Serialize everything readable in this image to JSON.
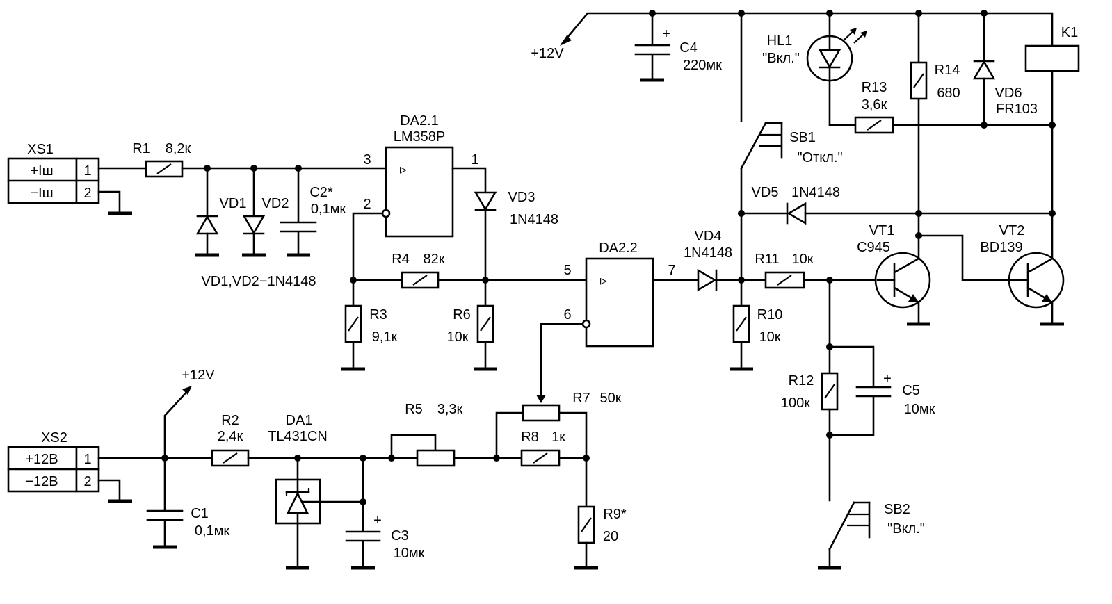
{
  "connectors": {
    "xs1": {
      "name": "XS1",
      "pin1_label": "+Iш",
      "pin2_label": "−Iш",
      "pin1_num": "1",
      "pin2_num": "2"
    },
    "xs2": {
      "name": "XS2",
      "pin1_label": "+12B",
      "pin2_label": "−12B",
      "pin1_num": "1",
      "pin2_num": "2"
    }
  },
  "supply": {
    "top_label": "+12V",
    "bottom_label": "+12V"
  },
  "opamps": {
    "da21": {
      "name": "DA2.1",
      "part": "LM358P",
      "pin_in_plus": "3",
      "pin_in_minus": "2",
      "pin_out": "1"
    },
    "da22": {
      "name": "DA2.2",
      "pin_in_plus": "5",
      "pin_in_minus": "6",
      "pin_out": "7"
    },
    "da1": {
      "name": "DA1",
      "part": "TL431CN"
    }
  },
  "resistors": {
    "r1": {
      "name": "R1",
      "value": "8,2к"
    },
    "r2": {
      "name": "R2",
      "value": "2,4к"
    },
    "r3": {
      "name": "R3",
      "value": "9,1к"
    },
    "r4": {
      "name": "R4",
      "value": "82к"
    },
    "r5": {
      "name": "R5",
      "value": "3,3к"
    },
    "r6": {
      "name": "R6",
      "value": "10к"
    },
    "r7": {
      "name": "R7",
      "value": "50к"
    },
    "r8": {
      "name": "R8",
      "value": "1к"
    },
    "r9": {
      "name": "R9*",
      "value": "20"
    },
    "r10": {
      "name": "R10",
      "value": "10к"
    },
    "r11": {
      "name": "R11",
      "value": "10к"
    },
    "r12": {
      "name": "R12",
      "value": "100к"
    },
    "r13": {
      "name": "R13",
      "value": "3,6к"
    },
    "r14": {
      "name": "R14",
      "value": "680"
    }
  },
  "capacitors": {
    "c1": {
      "name": "C1",
      "value": "0,1мк"
    },
    "c2": {
      "name": "C2*",
      "value": "0,1мк"
    },
    "c3": {
      "name": "C3",
      "value": "10мк"
    },
    "c4": {
      "name": "C4",
      "value": "220мк"
    },
    "c5": {
      "name": "C5",
      "value": "10мк"
    },
    "plus_sign": "+"
  },
  "diodes": {
    "vd1": {
      "name": "VD1"
    },
    "vd2": {
      "name": "VD2"
    },
    "vd12_note": "VD1,VD2−1N4148",
    "vd3": {
      "name": "VD3",
      "part": "1N4148"
    },
    "vd4": {
      "name": "VD4",
      "part": "1N4148"
    },
    "vd5": {
      "name": "VD5",
      "part": "1N4148"
    },
    "vd6": {
      "name": "VD6",
      "part": "FR103"
    }
  },
  "led": {
    "name": "HL1",
    "label": "\"Вкл.\""
  },
  "transistors": {
    "vt1": {
      "name": "VT1",
      "part": "C945"
    },
    "vt2": {
      "name": "VT2",
      "part": "BD139"
    }
  },
  "relay": {
    "name": "K1"
  },
  "switches": {
    "sb1": {
      "name": "SB1",
      "label": "\"Откл.\""
    },
    "sb2": {
      "name": "SB2",
      "label": "\"Вкл.\""
    }
  },
  "opamp_symbol": "▹"
}
